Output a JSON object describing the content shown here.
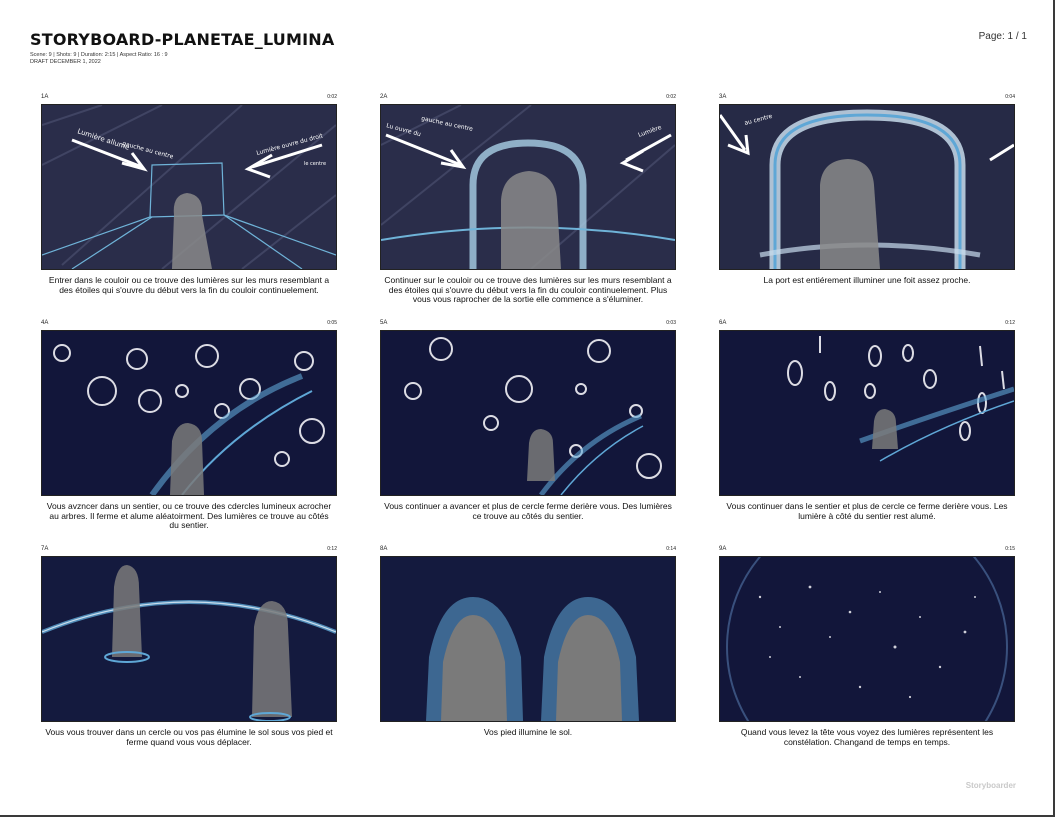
{
  "header": {
    "title": "STORYBOARD-PLANETAE_LUMINA",
    "meta_line1": "Scene: 9  |  Shots: 9  |  Duration: 2:15  |  Aspect Ratio: 16 : 9",
    "meta_line2": "DRAFT DECEMBER 1, 2022",
    "page": "Page: 1 / 1"
  },
  "panels": [
    {
      "number": "1A",
      "duration": "0:02",
      "caption": "Entrer dans le couloir ou ce trouve des lumières sur les murs resemblant a des étoiles qui s'ouvre du début vers la fin du couloir continuelement.",
      "scene": "corridor-arrows"
    },
    {
      "number": "2A",
      "duration": "0:02",
      "caption": "Continuer sur le couloir ou ce trouve des lumières sur les murs resemblant a des étoiles qui s'ouvre du début vers la fin du couloir continuelement. Plus vous vous raprocher de la sortie elle commence a s'éluminer.",
      "scene": "arch-arrows"
    },
    {
      "number": "3A",
      "duration": "0:04",
      "caption": "La port est entiérement illuminer une foit assez proche.",
      "scene": "arch-close"
    },
    {
      "number": "4A",
      "duration": "0:05",
      "caption": "Vous avzncer dans un sentier, ou ce trouve des cdercles lumineux acrocher au arbres. Il ferme et alume aléatoirment. Des lumières ce trouve au côtés du sentier.",
      "scene": "circles-path"
    },
    {
      "number": "5A",
      "duration": "0:03",
      "caption": "Vous continuer a avancer et plus de cercle ferme derière vous. Des lumières ce trouve au côtés du sentier.",
      "scene": "circles-path-2"
    },
    {
      "number": "6A",
      "duration": "0:12",
      "caption": "Vous continuer dans le sentier et plus de cercle ce ferme derière vous. Les lumière à côté du sentier rest alumé.",
      "scene": "circles-path-3"
    },
    {
      "number": "7A",
      "duration": "0:12",
      "caption": "Vous vous trouver dans un cercle ou vos pas élumine le sol sous vos pied et ferme quand vous vous déplacer.",
      "scene": "circle-floor"
    },
    {
      "number": "8A",
      "duration": "0:14",
      "caption": "Vos pied illumine le sol.",
      "scene": "feet-glow"
    },
    {
      "number": "9A",
      "duration": "0:15",
      "caption": "Quand vous levez la tête vous voyez des lumières représentent les constélation. Changand de temps en temps.",
      "scene": "sky-stars"
    }
  ],
  "arrow_texts": {
    "p1_left": "Lumière allume",
    "p1_mid": "gauche au centre",
    "p1_right": "Lumière ouvre du droit",
    "p1_small": "le centre",
    "p2_left": "Lu ouvre du",
    "p2_mid": "gauche au centre",
    "p2_right": "Lumière",
    "p3_left": "au centre"
  },
  "colors": {
    "dark_bg": "#12163a",
    "glow_blue": "#5fa7d6",
    "chalk": "#e8e8ee",
    "figure_gray": "#8a8a8a"
  },
  "footer": {
    "brand": "Storyboarder"
  }
}
